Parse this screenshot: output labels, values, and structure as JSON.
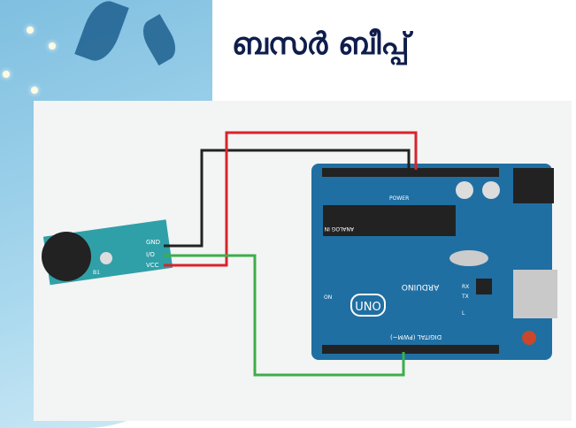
{
  "title": "ബസർ ബീപ്പ്",
  "buzzer": {
    "pins": [
      "GND",
      "I/O",
      "VCC"
    ],
    "label": "B1"
  },
  "arduino": {
    "brand": "ARDUINO",
    "model": "UNO",
    "digital": "DIGITAL (PWM~)",
    "analog": "ANALOG IN",
    "power": "POWER",
    "on": "ON",
    "tx": "TX",
    "rx": "RX",
    "l": "L"
  },
  "colors": {
    "board": "#1f6fa3",
    "wire_red": "#d9232a",
    "wire_black": "#222222",
    "wire_green": "#3cae4a",
    "title": "#0f1d4d"
  }
}
